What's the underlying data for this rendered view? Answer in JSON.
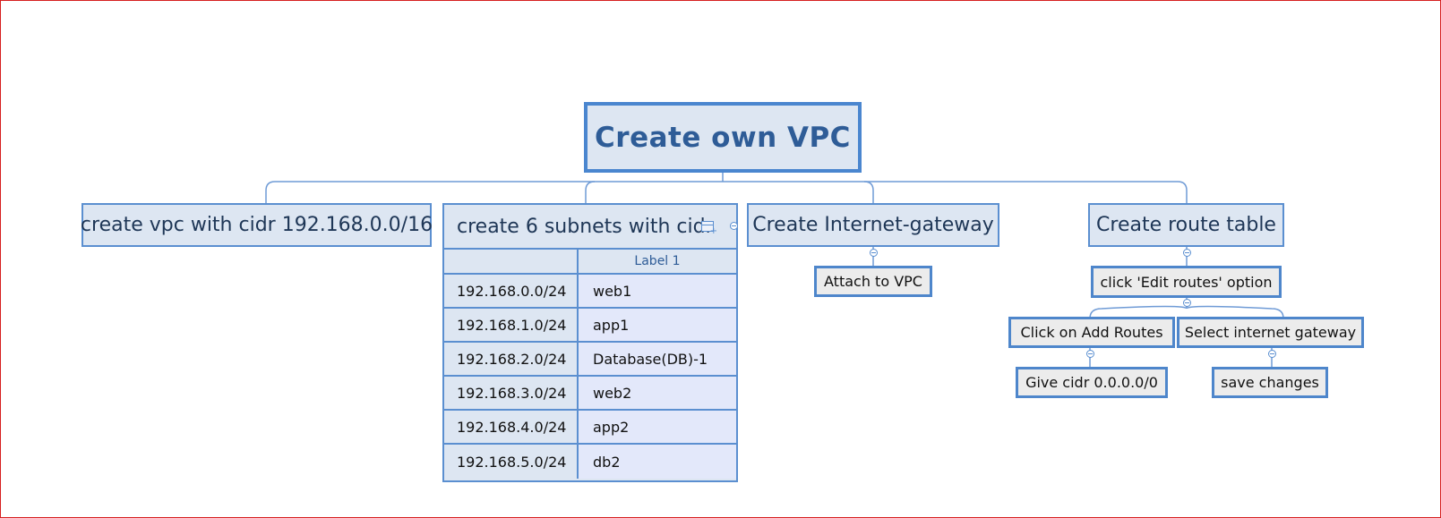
{
  "root": {
    "label": "Create own VPC"
  },
  "branches": {
    "vpc": {
      "label": "create vpc with cidr 192.168.0.0/16"
    },
    "subnets": {
      "label": "create 6 subnets with cidr",
      "column_header": "Label 1",
      "rows": [
        {
          "cidr": "192.168.0.0/24",
          "name": "web1"
        },
        {
          "cidr": "192.168.1.0/24",
          "name": "app1"
        },
        {
          "cidr": "192.168.2.0/24",
          "name": "Database(DB)-1"
        },
        {
          "cidr": "192.168.3.0/24",
          "name": "web2"
        },
        {
          "cidr": "192.168.4.0/24",
          "name": "app2"
        },
        {
          "cidr": "192.168.5.0/24",
          "name": "db2"
        }
      ]
    },
    "igw": {
      "label": "Create Internet-gateway",
      "child": "Attach to VPC"
    },
    "route_table": {
      "label": "Create route table",
      "edit_routes": "click 'Edit routes' option",
      "add_routes": "Click on Add Routes",
      "give_cidr": "Give cidr 0.0.0.0/0",
      "select_igw": "Select internet gateway",
      "save_changes": "save changes"
    }
  },
  "colors": {
    "border": "#5b8fd0",
    "fill": "#dde6f2",
    "root_text": "#2e5c97",
    "frame": "#d62020"
  }
}
